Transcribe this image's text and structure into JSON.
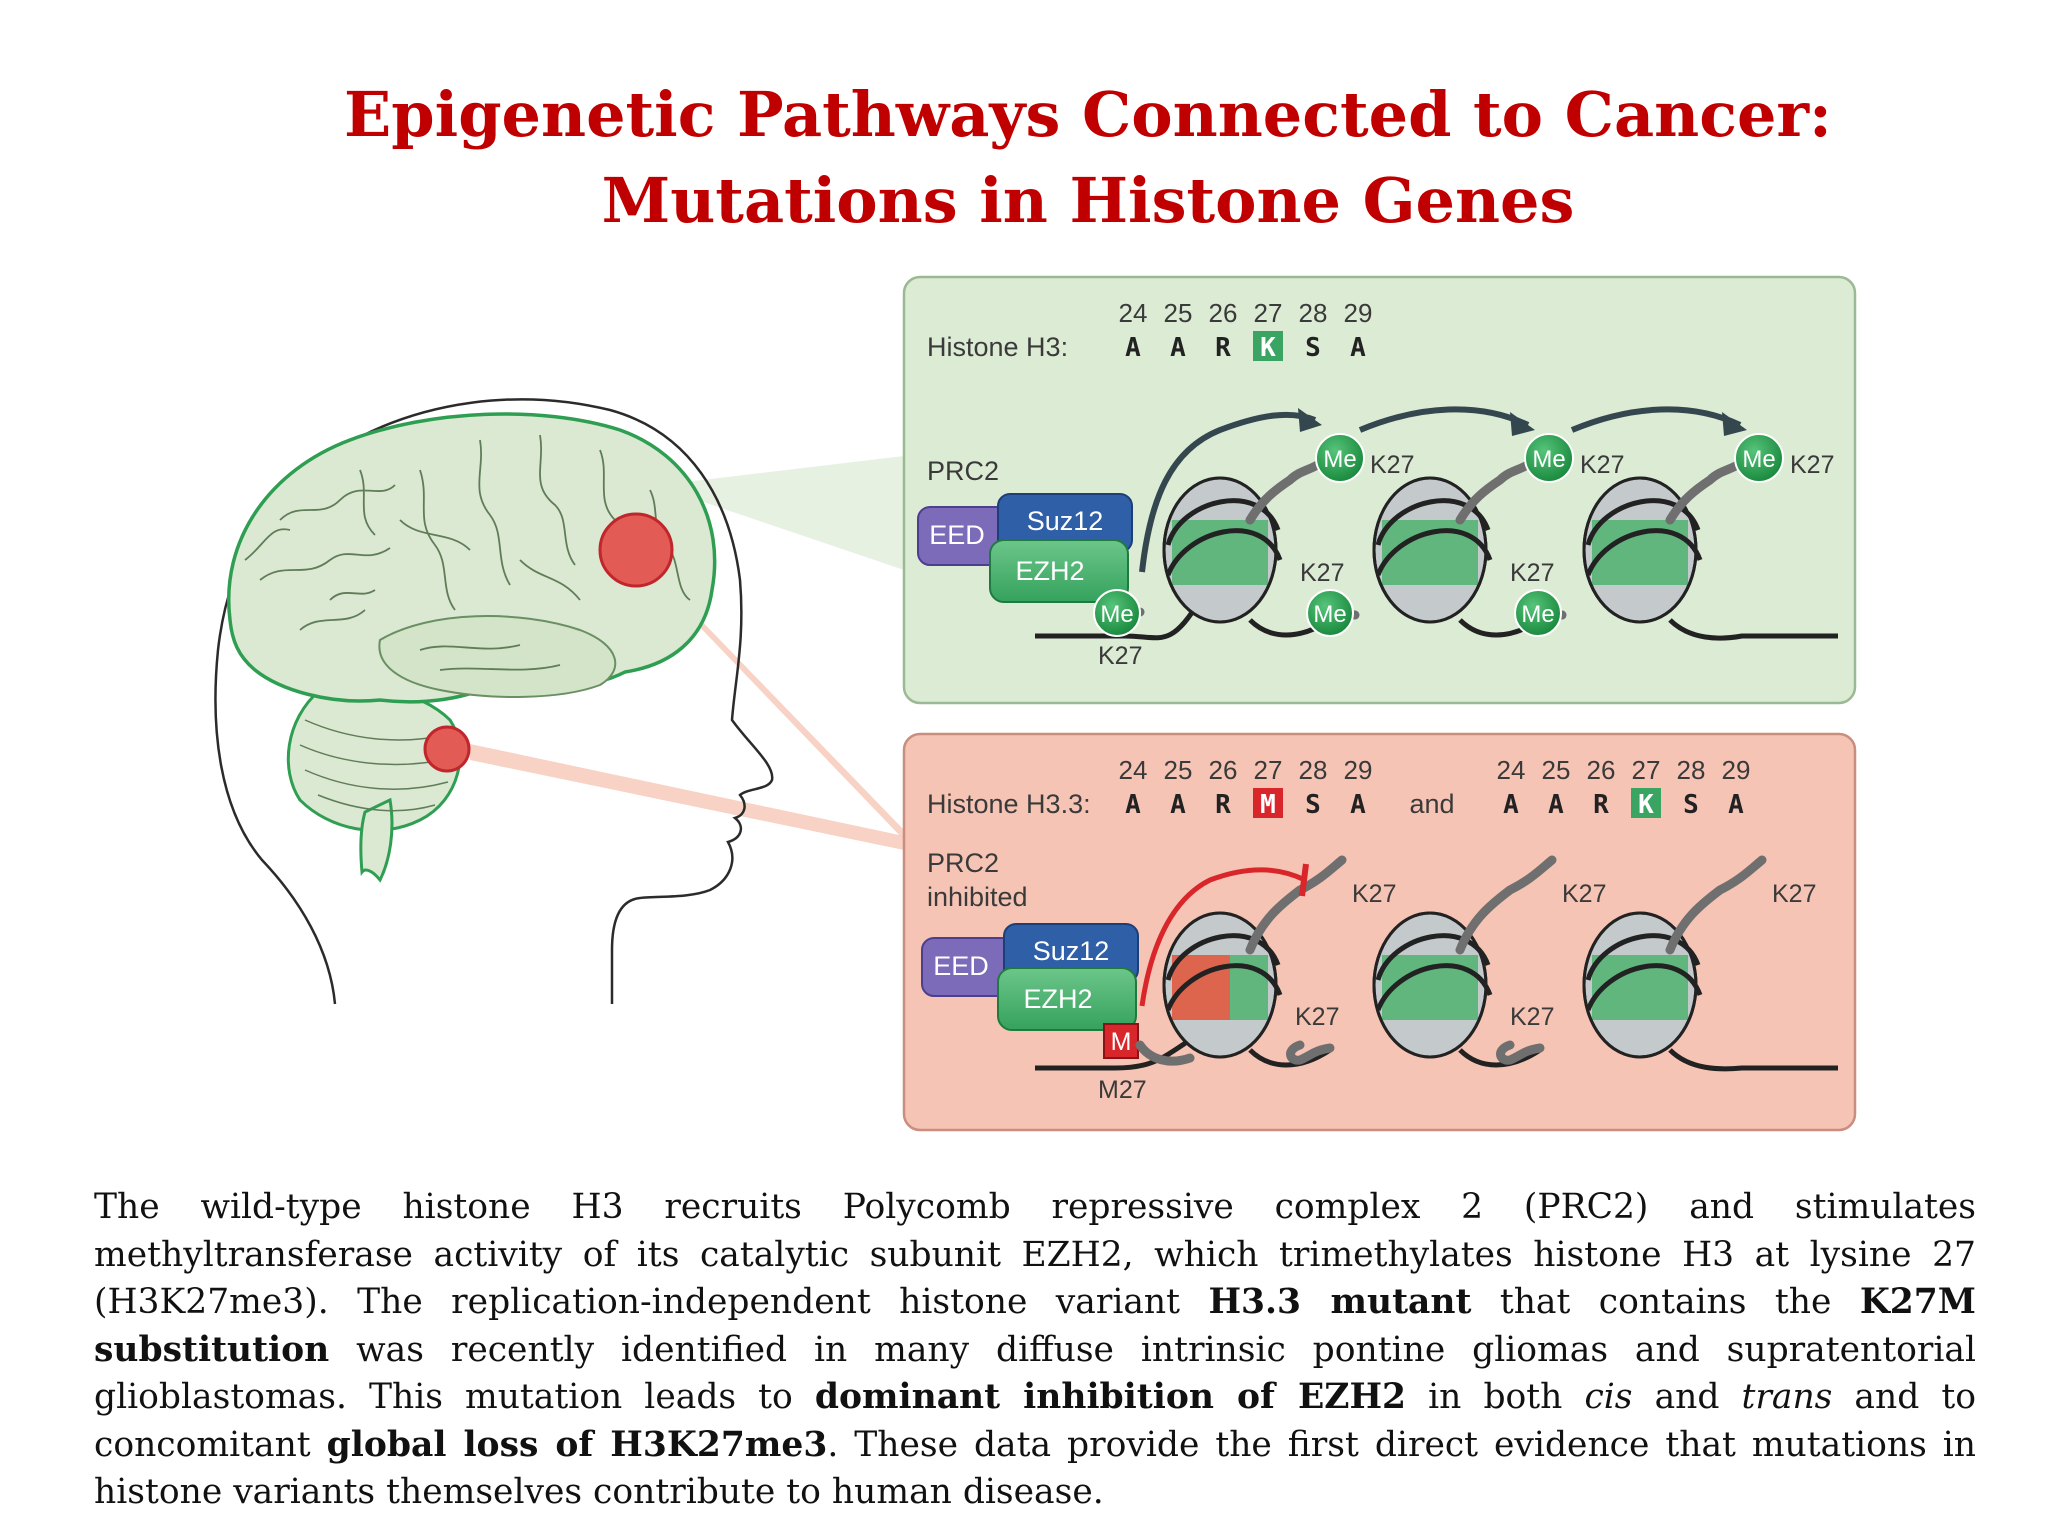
{
  "title": {
    "line1": "Epigenetic Pathways Connected to Cancer:",
    "line2": "Mutations in Histone Genes"
  },
  "top_panel": {
    "positions": [
      "24",
      "25",
      "26",
      "27",
      "28",
      "29"
    ],
    "histone_label": "Histone H3:",
    "sequence": [
      "A",
      "A",
      "R",
      "K",
      "S",
      "A"
    ],
    "complex_label": "PRC2",
    "eed": "EED",
    "suz12": "Suz12",
    "ezh2": "EZH2",
    "me": "Me",
    "k27": "K27",
    "color": "#dcebd4"
  },
  "bottom_panel": {
    "positions": [
      "24",
      "25",
      "26",
      "27",
      "28",
      "29"
    ],
    "histone_label": "Histone H3.3:",
    "sequence_mutant": [
      "A",
      "A",
      "R",
      "M",
      "S",
      "A"
    ],
    "and": "and",
    "positions2": [
      "24",
      "25",
      "26",
      "27",
      "28",
      "29"
    ],
    "sequence_wt": [
      "A",
      "A",
      "R",
      "K",
      "S",
      "A"
    ],
    "complex_label_1": "PRC2",
    "complex_label_2": "inhibited",
    "eed": "EED",
    "suz12": "Suz12",
    "ezh2": "EZH2",
    "m": "M",
    "m27": "M27",
    "k27": "K27",
    "color": "#f6c4b4"
  },
  "caption": {
    "p1": "The wild-type histone H3 recruits Polycomb repressive complex 2 (PRC2) and stimulates methyltransferase activity of its catalytic subunit EZH2, which trimethylates histone H3 at lysine 27 (H3K27me3). The replication-independent histone variant ",
    "b1": "H3.3 mutant",
    "p2": " that contains the ",
    "b2": "K27M substitution",
    "p3": " was recently identified in many diffuse intrinsic pontine gliomas and supratentorial glioblastomas. This mutation leads to ",
    "b3": "dominant inhibition of EZH2",
    "p4": " in both ",
    "i1": "cis",
    "p5": " and ",
    "i2": "trans",
    "p6": " and to concomitant ",
    "b4": "global loss of H3K27me3",
    "p7": ". These data provide the first direct evidence that mutations in histone variants themselves contribute to human disease."
  },
  "colors": {
    "title_red": "#c00000",
    "green": "#2e9e52",
    "red": "#d8262b",
    "eed_purple": "#7b6bb8",
    "suz12_blue": "#2f5fa6"
  }
}
